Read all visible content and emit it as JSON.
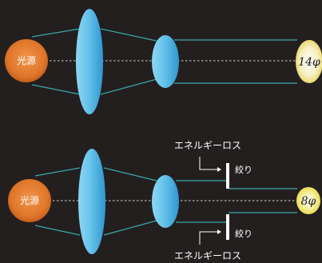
{
  "diagrams": [
    {
      "light_source_label": "光源",
      "spot_label": "14φ",
      "energy_loss_label": null,
      "aperture_label": null
    },
    {
      "light_source_label": "光源",
      "spot_label": "8φ",
      "energy_loss_top_label": "エネルギーロス",
      "energy_loss_bottom_label": "エネルギーロス",
      "aperture_top_label": "絞り",
      "aperture_bottom_label": "絞り"
    }
  ],
  "colors": {
    "background": "#231f1f",
    "source": "#e0762a",
    "lens": "#5bbde6",
    "beam": "#3aa8a8",
    "spot_top": "#f3e9a6",
    "spot_bottom": "#f5ea7a",
    "axis": "#cfcfcf"
  }
}
